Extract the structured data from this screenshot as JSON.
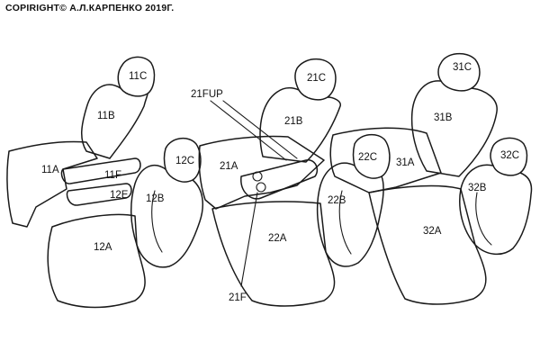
{
  "copyright": "COPIRIGHT© А.Л.КАРПЕНКО 2019Г.",
  "labels": {
    "p11c": "11C",
    "p11b": "11B",
    "p11a": "11A",
    "p11f": "11F",
    "p12e": "12E",
    "p12c": "12C",
    "p12b": "12B",
    "p12a": "12A",
    "p21fup": "21FUP",
    "p21c": "21C",
    "p21b": "21B",
    "p21a": "21A",
    "p21f": "21F",
    "p22c": "22C",
    "p22b": "22B",
    "p22a": "22A",
    "p31c": "31C",
    "p31b": "31B",
    "p31a": "31A",
    "p32c": "32C",
    "p32b": "32B",
    "p32a": "32A"
  }
}
